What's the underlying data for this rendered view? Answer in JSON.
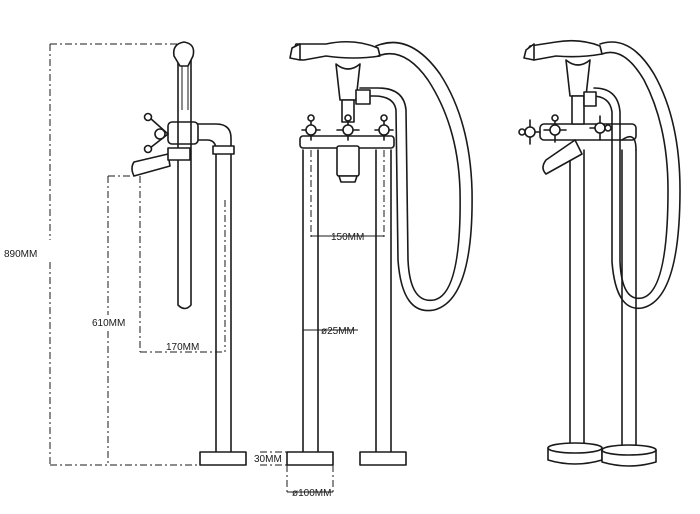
{
  "dimensions": {
    "overall_height": "890MM",
    "spout_height": "610MM",
    "spout_reach": "170MM",
    "valve_centers": "150MM",
    "pipe_diameter": "ø25MM",
    "base_height": "30MM",
    "base_diameter": "ø100MM"
  },
  "views": [
    "side-view",
    "front-view",
    "perspective-view"
  ]
}
